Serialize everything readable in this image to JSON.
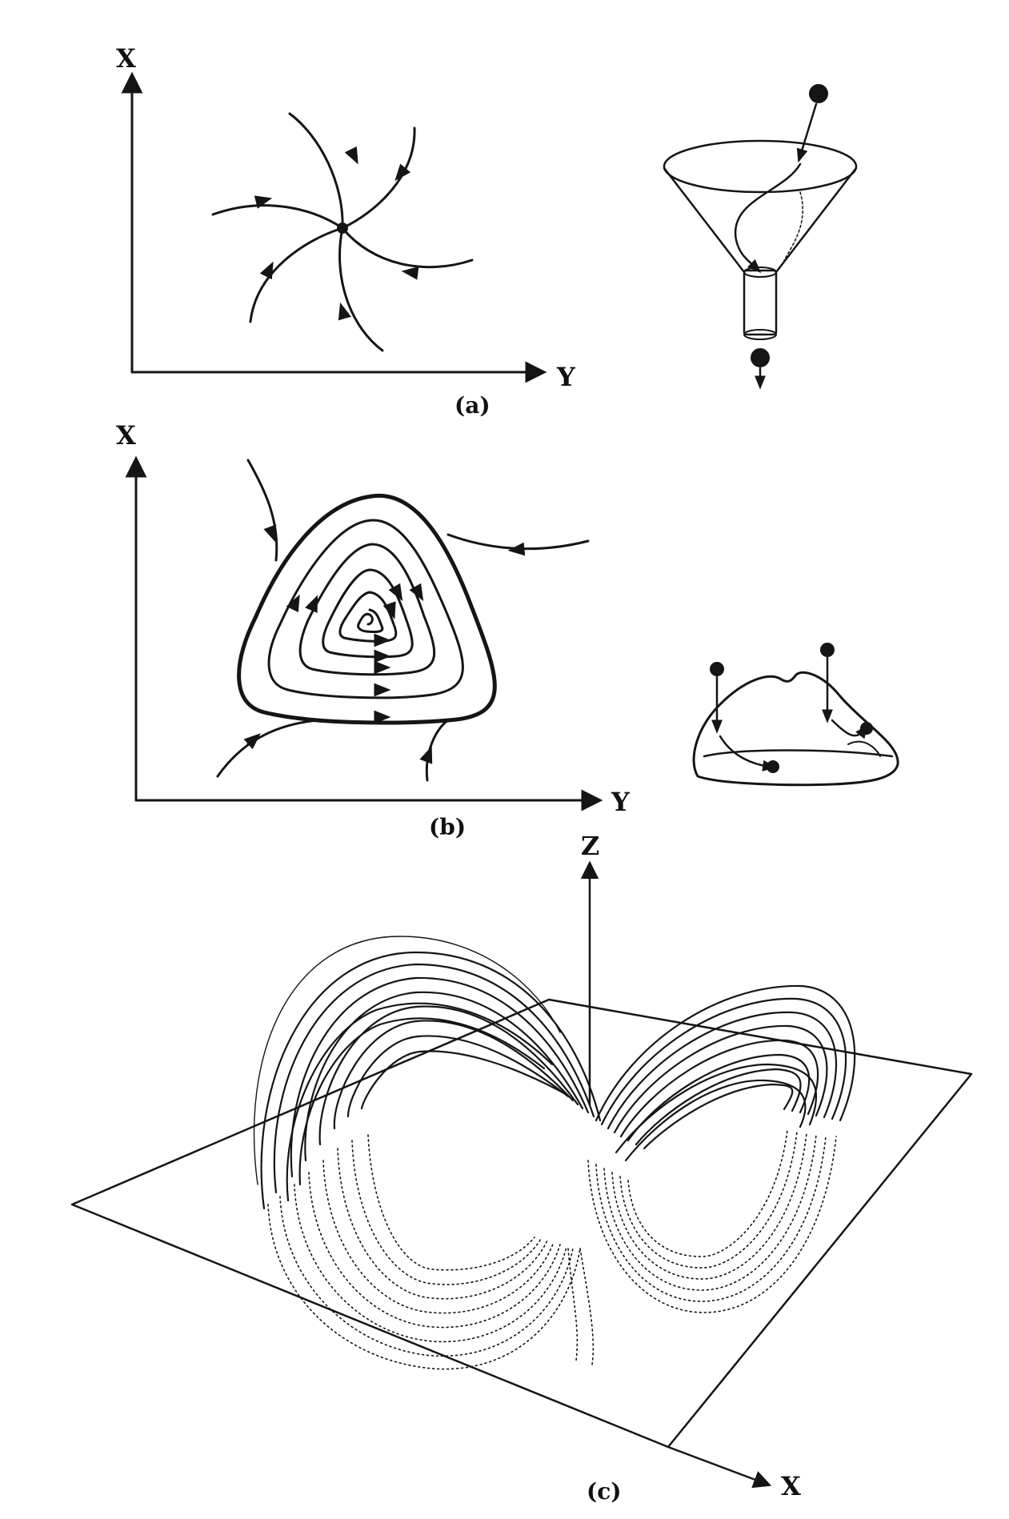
{
  "panel_a": {
    "caption": "(a)",
    "axis_x_label": "X",
    "axis_y_label": "Y"
  },
  "panel_b": {
    "caption": "(b)",
    "axis_x_label": "X",
    "axis_y_label": "Y"
  },
  "panel_c": {
    "caption": "(c)",
    "axis_z_label": "Z",
    "axis_x_label": "X"
  }
}
